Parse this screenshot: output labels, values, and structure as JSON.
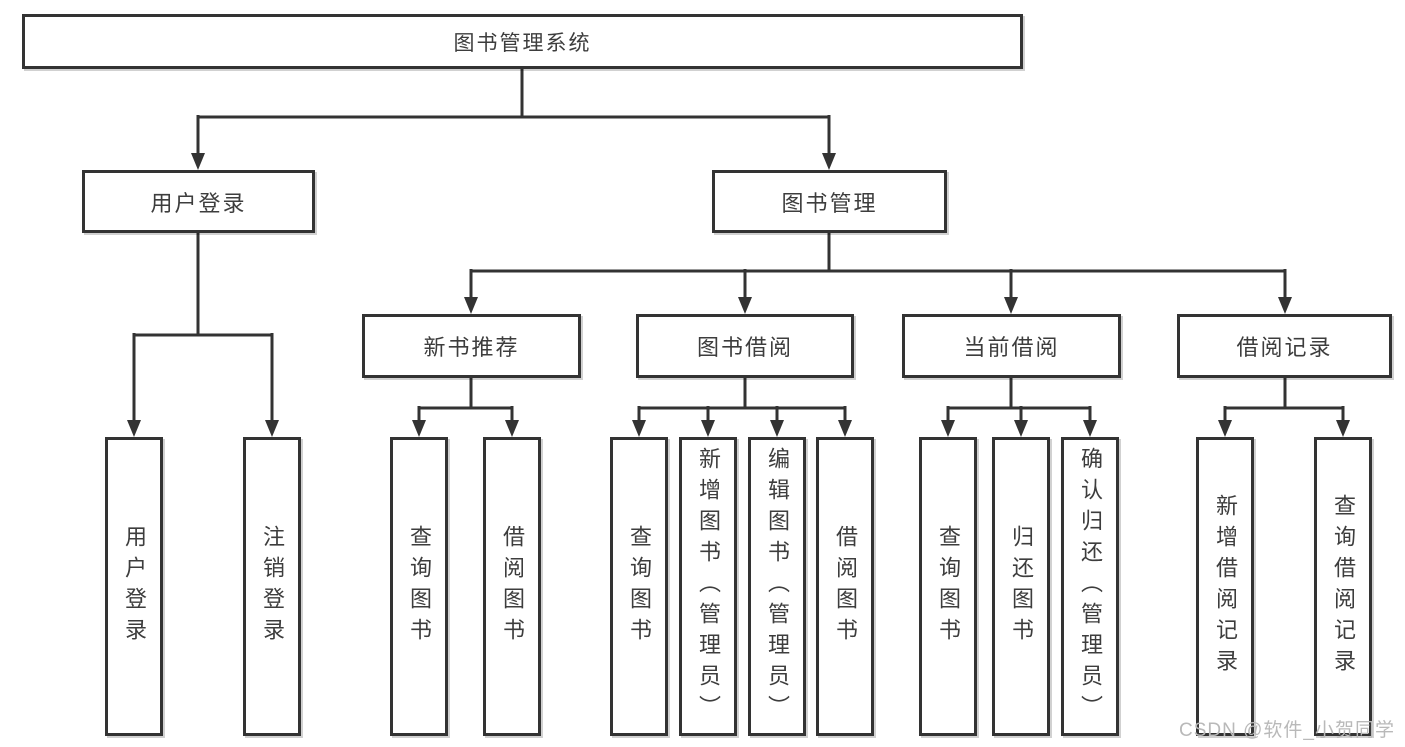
{
  "tree": {
    "label": "图书管理系统",
    "children": [
      {
        "label": "用户登录",
        "children": [
          {
            "label": "用户登录"
          },
          {
            "label": "注销登录"
          }
        ]
      },
      {
        "label": "图书管理",
        "children": [
          {
            "label": "新书推荐",
            "children": [
              {
                "label": "查询图书"
              },
              {
                "label": "借阅图书"
              }
            ]
          },
          {
            "label": "图书借阅",
            "children": [
              {
                "label": "查询图书"
              },
              {
                "label": "新增图书（管理员）"
              },
              {
                "label": "编辑图书（管理员）"
              },
              {
                "label": "借阅图书"
              }
            ]
          },
          {
            "label": "当前借阅",
            "children": [
              {
                "label": "查询图书"
              },
              {
                "label": "归还图书"
              },
              {
                "label": "确认归还（管理员）"
              }
            ]
          },
          {
            "label": "借阅记录",
            "children": [
              {
                "label": "新增借阅记录"
              },
              {
                "label": "查询借阅记录"
              }
            ]
          }
        ]
      }
    ]
  },
  "watermark": "CSDN @软件_小贺同学",
  "colors": {
    "line": "#333333",
    "border": "#333333",
    "fill": "#ffffff",
    "text": "#3d3d3d",
    "watermark": "#b9b9b9"
  }
}
